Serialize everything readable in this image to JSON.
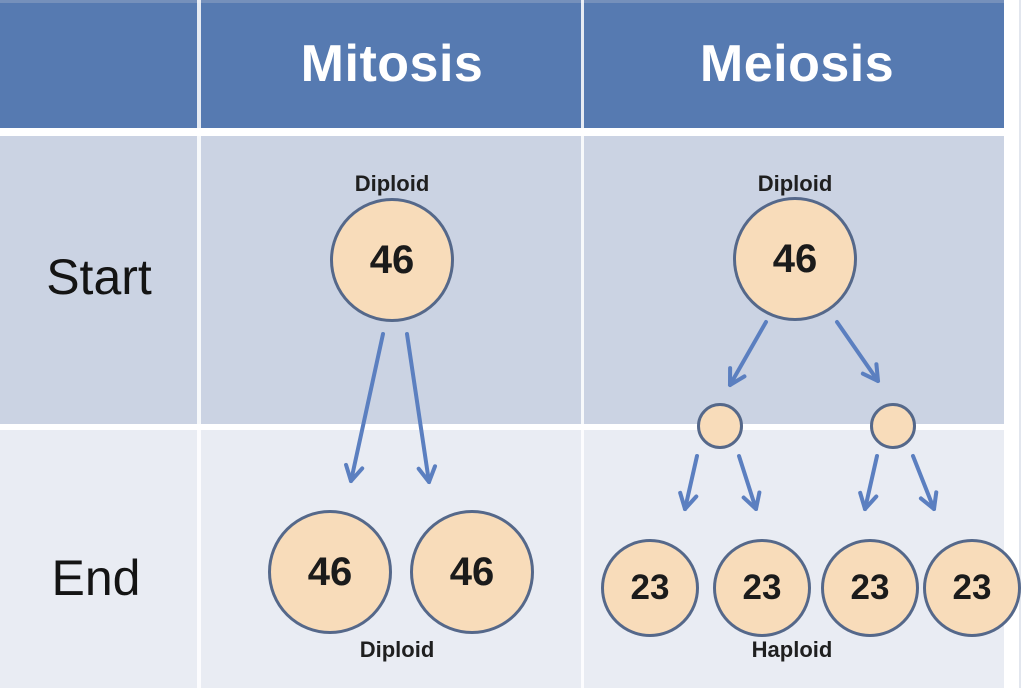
{
  "header": {
    "columns": [
      {
        "label": "Mitosis"
      },
      {
        "label": "Meiosis"
      }
    ]
  },
  "rows": [
    {
      "label": "Start"
    },
    {
      "label": "End"
    }
  ],
  "mitosis": {
    "start": {
      "ploidy": "Diploid",
      "chromosomes": "46"
    },
    "end": {
      "ploidy": "Diploid",
      "cells": [
        "46",
        "46"
      ]
    }
  },
  "meiosis": {
    "start": {
      "ploidy": "Diploid",
      "chromosomes": "46"
    },
    "end": {
      "ploidy": "Haploid",
      "cells": [
        "23",
        "23",
        "23",
        "23"
      ]
    }
  },
  "colors": {
    "header_bg": "#567ab1",
    "start_row_bg": "#cbd3e3",
    "end_row_bg": "#e9ecf3",
    "cell_fill": "#f8dcba",
    "cell_border": "#55688a",
    "arrow": "#5b7fc0",
    "header_text": "#ffffff",
    "label_text": "#141414"
  }
}
